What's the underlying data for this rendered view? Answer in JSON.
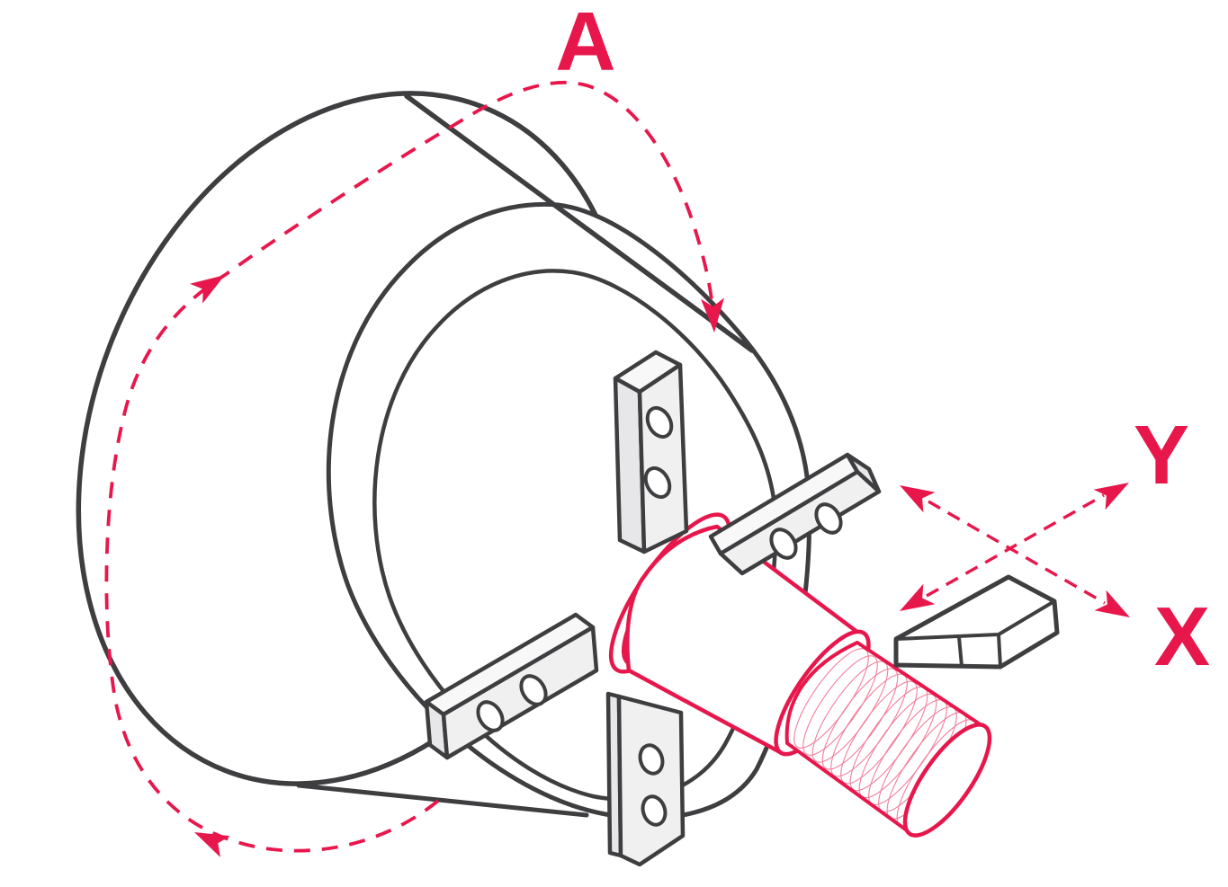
{
  "diagram": {
    "labels": {
      "spindle_rotation": "A",
      "axis_y": "Y",
      "axis_x": "X"
    },
    "colors": {
      "accent": "#E8174B",
      "line": "#3E3E40",
      "jaw-front": "#F0F0F1",
      "jaw-top": "#F8F8F9",
      "jaw-side": "#E7E7E9",
      "background": "#FFFFFF"
    }
  }
}
